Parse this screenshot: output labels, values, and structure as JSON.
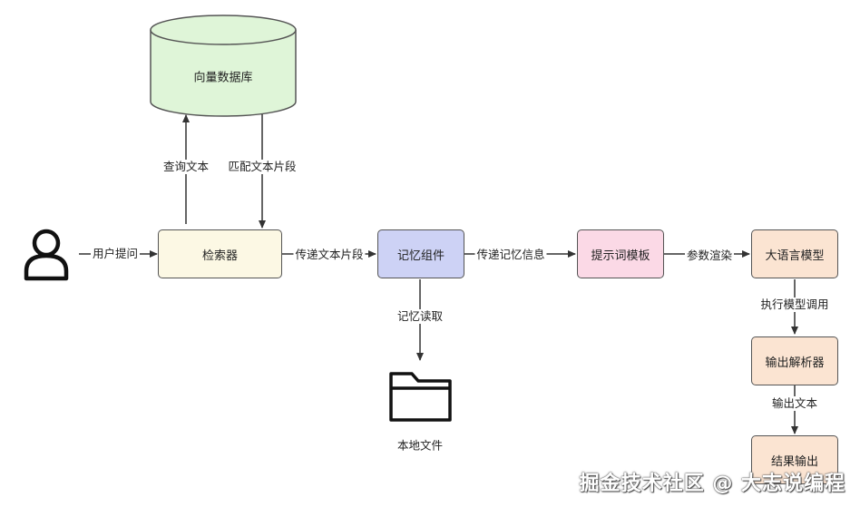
{
  "nodes": {
    "vector_db": "向量数据库",
    "retriever": "检索器",
    "memory": "记忆组件",
    "prompt": "提示词模板",
    "llm": "大语言模型",
    "parser": "输出解析器",
    "result": "结果输出",
    "local_file": "本地文件"
  },
  "edges": {
    "user_question": "用户提问",
    "query_text": "查询文本",
    "match_snippets": "匹配文本片段",
    "pass_snippets": "传递文本片段",
    "pass_memory": "传递记忆信息",
    "param_render": "参数渲染",
    "run_model": "执行模型调用",
    "memory_read": "记忆读取",
    "output_text": "输出文本"
  },
  "colors": {
    "db_fill": "#dff5d8",
    "retriever_fill": "#fcf8e4",
    "memory_fill": "#cdd2f5",
    "prompt_fill": "#fbd9e6",
    "llm_fill": "#fbe4d2",
    "stroke": "#555555"
  },
  "icons": {
    "user": "person-icon",
    "folder": "folder-icon"
  },
  "watermark": "掘金技术社区 @ 大志说编程"
}
